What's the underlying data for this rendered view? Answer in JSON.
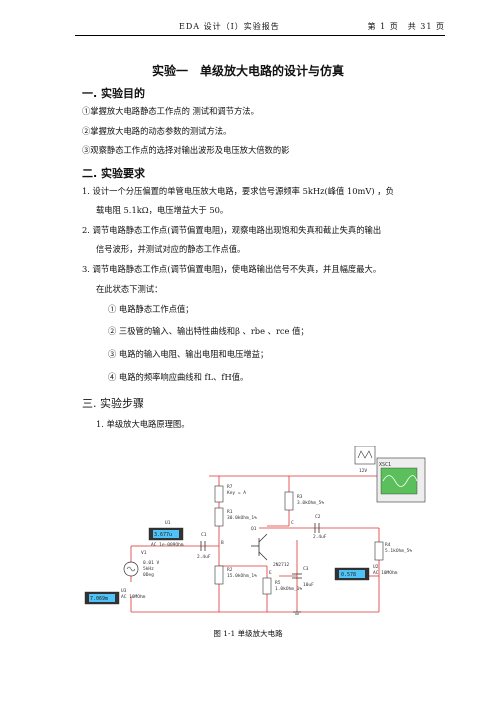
{
  "header": {
    "course": "EDA 设计（Ⅰ）实验报告",
    "page": "第 1 页　共 31 页"
  },
  "title": "实验一　单级放大电路的设计与仿真",
  "section1": {
    "heading": "一.  实验目的",
    "items": [
      "①掌握放大电路静态工作点的 测试和调节方法。",
      "②掌握放大电路的动态参数的测试方法。",
      "③观察静态工作点的选择对输出波形及电压放大倍数的影"
    ]
  },
  "section2": {
    "heading": "二.  实验要求",
    "items": [
      "1.  设计一个分压偏置的单管电压放大电路，要求信号源频率 5kHz(峰值 10mV) ，负",
      "载电阻 5.1kΩ，电压增益大于 50。",
      "2.  调节电路静态工作点(调节偏置电阻)，观察电路出现饱和失真和截止失真的输出",
      "信号波形，并测试对应的静态工作点值。",
      "3.  调节电路静态工作点(调节偏置电阻)，使电路输出信号不失真，并且幅度最大。",
      "在此状态下测试：",
      "①  电路静态工作点值；",
      "②  三极管的输入、输出特性曲线和β 、rbe 、rce 值；",
      "③  电路的输入电阻、输出电阻和电压增益；",
      "④  电路的频率响应曲线和 fL、fH值。"
    ]
  },
  "section3": {
    "heading": "三. 实验步骤",
    "items": [
      "1.  单级放大电路原理图。"
    ]
  },
  "schematic": {
    "xsc": "XSC1",
    "vcc": "12V",
    "r7": "R7",
    "r7_value": "Key = A",
    "r1": "R1",
    "r1_value": "30.0kOhm_1%",
    "r3": "R3",
    "r3_value": "3.0kOhm_5%",
    "c2": "C2",
    "c2_value": "2.4uF",
    "c1": "C1",
    "c1_value": "2.4uF",
    "q1": "Q1",
    "q1_model": "2N2712",
    "u1": "U1",
    "u1_value": "3.677u",
    "u1_info": "AC  1e-009Ohm",
    "v1": "V1",
    "v1_value": "0.01 V",
    "v1_freq": "5kHz",
    "v1_phase": "0Deg",
    "r2": "R2",
    "r2_value": "15.0kOhm_1%",
    "c3": "C3",
    "c3_value": "10uF",
    "r5": "R5",
    "r5_value": "1.0kOhm_1%",
    "r4": "R4",
    "r4_value": "5.1kOhm_5%",
    "u2": "U2",
    "u2_value": "0.578",
    "u2_info": "AC  10MOhm",
    "u3": "U3",
    "u3_value": "7.069m",
    "u3_info": "AC  10MOhm",
    "node_ch": "C",
    "node_b": "B",
    "node_e": "E"
  },
  "caption": "图 1-1 单级放大电路"
}
